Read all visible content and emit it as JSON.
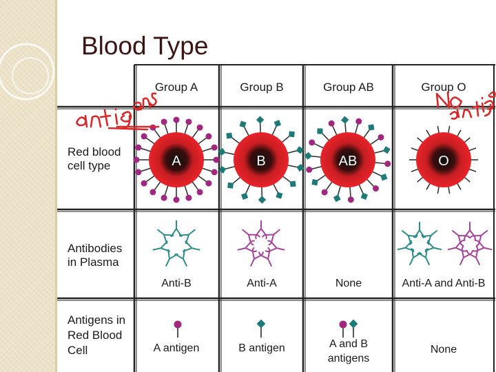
{
  "slide": {
    "title": "Blood Type"
  },
  "table": {
    "columns": [
      "Group A",
      "Group B",
      "Group AB",
      "Group O"
    ],
    "rows": [
      {
        "label_lines": [
          "Red blood",
          "cell type"
        ],
        "cells": [
          "A",
          "B",
          "AB",
          "O"
        ]
      },
      {
        "label_lines": [
          "Antibodies",
          "in Plasma"
        ],
        "cells": [
          "Anti-B",
          "Anti-A",
          "None",
          "Anti-A and Anti-B"
        ]
      },
      {
        "label_lines": [
          "Antigens in",
          "Red Blood",
          "Cell"
        ],
        "cells": [
          "A antigen",
          "B antigen",
          "A and B antigens",
          "None"
        ]
      }
    ],
    "ab_antigens_lines": [
      "A and B",
      "antigens"
    ]
  },
  "annotations": {
    "handwritten_antigens": "antigens",
    "handwritten_no_antigens": "No antige"
  },
  "colors": {
    "cell_red": "#e8232a",
    "antigen_a": "#a0287e",
    "antigen_b": "#1d7a76",
    "antibody_anti_b": "#2e8c87",
    "antibody_anti_a": "#a4449a",
    "ink": "#d8282a",
    "title": "#3c1414"
  }
}
